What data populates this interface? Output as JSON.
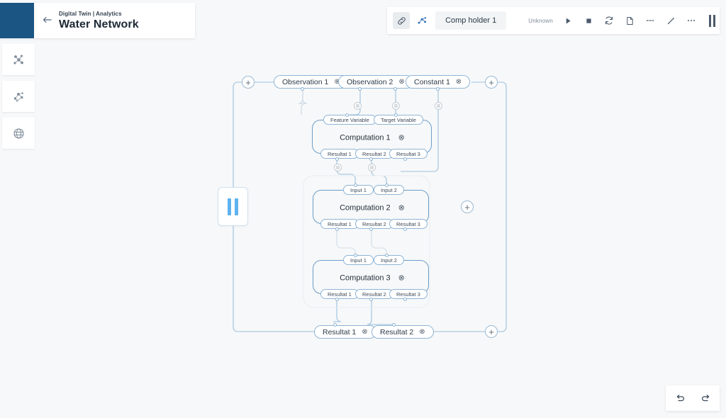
{
  "header": {
    "breadcrumb": "Digital Twin | Analytics",
    "title": "Water Network",
    "back_icon": "back-arrow-icon"
  },
  "sidebar": {
    "items": [
      {
        "icon": "network-nodes-icon",
        "name": "sidebar-item-network"
      },
      {
        "icon": "scatter-graph-icon",
        "name": "sidebar-item-graph"
      },
      {
        "icon": "globe-icon",
        "name": "sidebar-item-globe"
      }
    ]
  },
  "toolbar": {
    "link_icon": "link-icon",
    "chart_icon": "analytics-chart-icon",
    "holder_label": "Comp holder 1",
    "status": "Unknown",
    "actions": [
      {
        "icon": "play-icon",
        "name": "run-button"
      },
      {
        "icon": "stop-icon",
        "name": "stop-button"
      },
      {
        "icon": "refresh-icon",
        "name": "refresh-button"
      },
      {
        "icon": "document-icon",
        "name": "document-button"
      },
      {
        "icon": "dashes-icon",
        "name": "dashes-button"
      },
      {
        "icon": "pencil-icon",
        "name": "edit-button"
      },
      {
        "icon": "ellipsis-icon",
        "name": "more-button"
      }
    ],
    "pause_icon": "pause-icon"
  },
  "history": {
    "undo_icon": "undo-icon",
    "redo_icon": "redo-icon"
  },
  "graph": {
    "add_label": "+",
    "close_label": "⊗",
    "top_row": [
      {
        "label": "Observation 1"
      },
      {
        "label": "Observation 2"
      },
      {
        "label": "Constant 1"
      }
    ],
    "bottom_row": [
      {
        "label": "Resultat 1"
      },
      {
        "label": "Resultat 2"
      }
    ],
    "computations": [
      {
        "title": "Computation 1",
        "inputs": [
          "Feature Variable",
          "Target Variable"
        ],
        "outputs": [
          "Resultat 1",
          "Resultat 2",
          "Resultat 3"
        ]
      },
      {
        "title": "Computation 2",
        "inputs": [
          "Input 1",
          "Input 2"
        ],
        "outputs": [
          "Resultat 1",
          "Resultat 2",
          "Resultat 3"
        ]
      },
      {
        "title": "Computation 3",
        "inputs": [
          "Input 1",
          "Input 2"
        ],
        "outputs": [
          "Resultat 1",
          "Resultat 2",
          "Resultat 3"
        ]
      }
    ],
    "handle_icon": "pause-drag-handle-icon"
  },
  "colors": {
    "brand": "#1a5584",
    "edge": "#8fb5d6",
    "accent": "#5eb3ef"
  }
}
